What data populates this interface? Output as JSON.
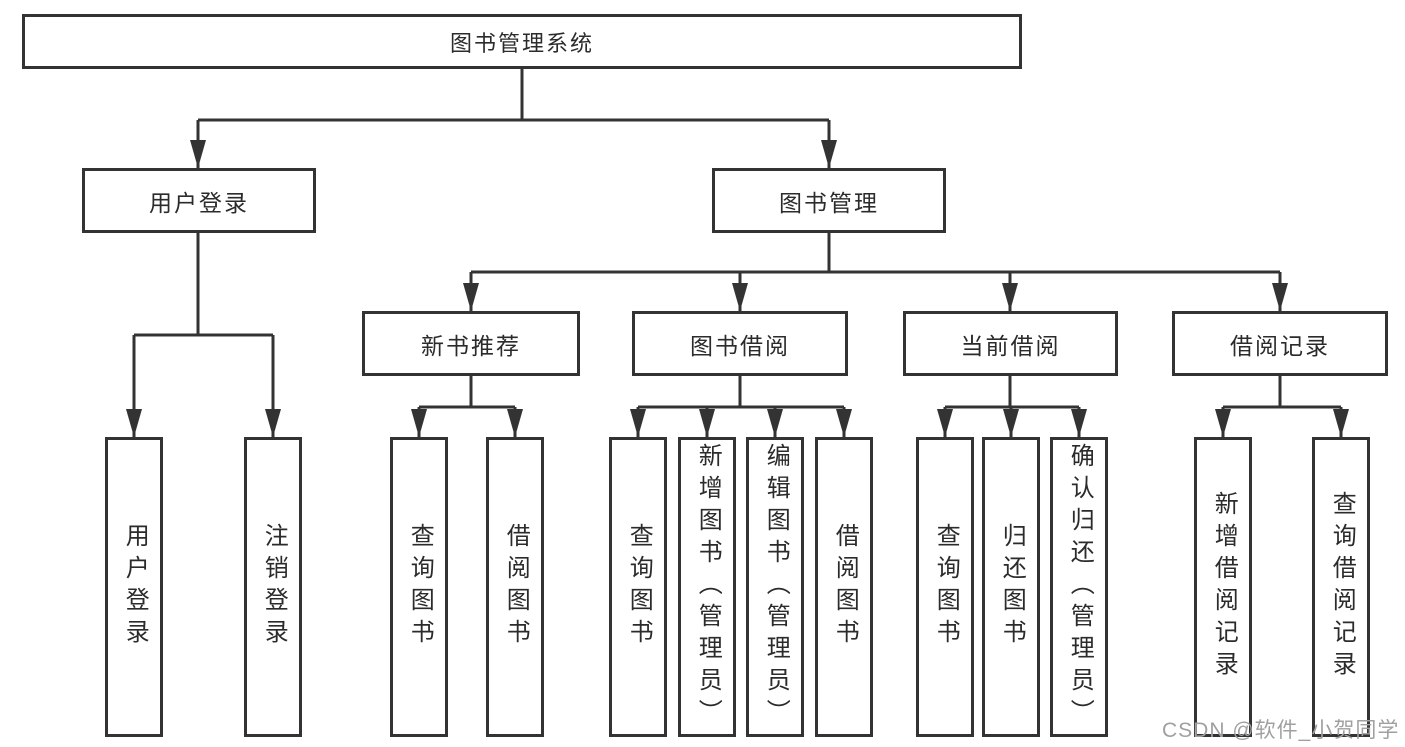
{
  "diagram": {
    "root": "图书管理系统",
    "user_login": {
      "label": "用户登录",
      "children": [
        "用户登录",
        "注销登录"
      ]
    },
    "book_mgmt": {
      "label": "图书管理",
      "children": [
        {
          "label": "新书推荐",
          "children": [
            "查询图书",
            "借阅图书"
          ]
        },
        {
          "label": "图书借阅",
          "children": [
            "查询图书",
            "新增图书（管理员）",
            "编辑图书（管理员）",
            "借阅图书"
          ]
        },
        {
          "label": "当前借阅",
          "children": [
            "查询图书",
            "归还图书",
            "确认归还（管理员）"
          ]
        },
        {
          "label": "借阅记录",
          "children": [
            "新增借阅记录",
            "查询借阅记录"
          ]
        }
      ]
    }
  },
  "watermark": "CSDN @软件_小贺同学",
  "colors": {
    "line": "#333333",
    "text": "#2b2b2b",
    "watermark": "#a0a0a0",
    "background": "#ffffff"
  }
}
